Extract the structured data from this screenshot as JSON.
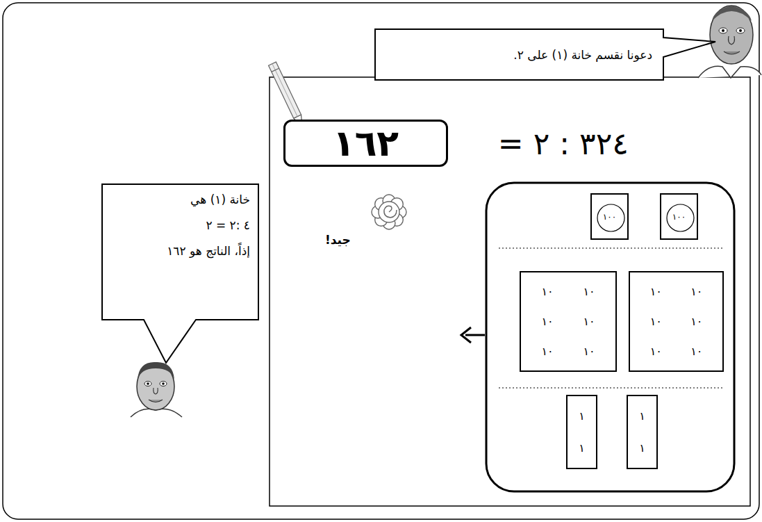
{
  "diagram": {
    "nodes": [
      {
        "text": [
          "دعونا نقسم خانة (١) على ٢."
        ]
      },
      {
        "text": [
          "١٦٢"
        ]
      },
      {
        "text": [
          "خانة (١) هي",
          "٤ :٢ = ٢",
          "إذاً، الناتج هو ١٦٢"
        ]
      },
      {
        "text": [
          "١٠٠"
        ]
      },
      {
        "text": [
          "١٠٠"
        ]
      },
      {
        "text": [
          "١٠",
          "١٠",
          "١٠",
          "١٠",
          "١٠",
          "١٠"
        ]
      },
      {
        "text": [
          "١٠",
          "١٠",
          "١٠",
          "١٠",
          "١٠",
          "١٠"
        ]
      },
      {
        "text": [
          "١",
          "١"
        ]
      },
      {
        "text": [
          "١",
          "١"
        ]
      }
    ],
    "labels": [
      "٣٢٤ : ٢ =",
      "جيد!"
    ]
  }
}
